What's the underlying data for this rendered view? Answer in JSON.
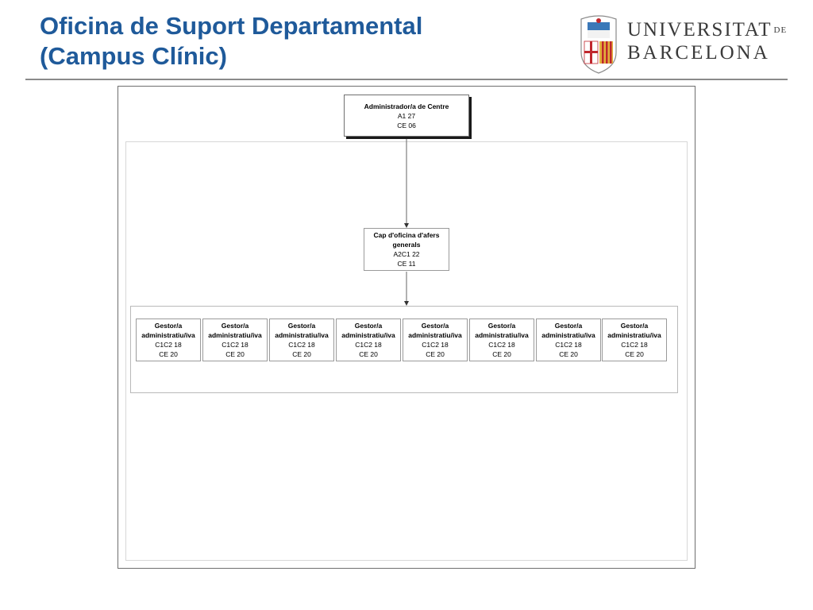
{
  "header": {
    "title_line1": "Oficina de Suport Departamental",
    "title_line2": "(Campus Clínic)"
  },
  "logo": {
    "line1": "UNIVERSITAT",
    "line1_suffix": "DE",
    "line2": "BARCELONA",
    "crest_icon": "university-crest-icon"
  },
  "colors": {
    "title": "#1f5a9a",
    "crest_red": "#c0272d",
    "crest_gold": "#e2b13c",
    "crest_blue": "#3b78b8"
  },
  "org_chart": {
    "root": {
      "title": "Administrador/a de Centre",
      "line2": "A1 27",
      "line3": "CE 06"
    },
    "cap": {
      "title": "Cap d'oficina d'afers generals",
      "line2": "A2C1 22",
      "line3": "CE 11"
    },
    "gestors": [
      {
        "title1": "Gestor/a",
        "title2": "administratiu/iva",
        "line2": "C1C2 18",
        "line3": "CE 20"
      },
      {
        "title1": "Gestor/a",
        "title2": "administratiu/iva",
        "line2": "C1C2 18",
        "line3": "CE 20"
      },
      {
        "title1": "Gestor/a",
        "title2": "administratiu/iva",
        "line2": "C1C2 18",
        "line3": "CE 20"
      },
      {
        "title1": "Gestor/a",
        "title2": "administratiu/iva",
        "line2": "C1C2 18",
        "line3": "CE 20"
      },
      {
        "title1": "Gestor/a",
        "title2": "administratiu/iva",
        "line2": "C1C2 18",
        "line3": "CE 20"
      },
      {
        "title1": "Gestor/a",
        "title2": "administratiu/iva",
        "line2": "C1C2 18",
        "line3": "CE 20"
      },
      {
        "title1": "Gestor/a",
        "title2": "administratiu/iva",
        "line2": "C1C2 18",
        "line3": "CE 20"
      },
      {
        "title1": "Gestor/a",
        "title2": "administratiu/iva",
        "line2": "C1C2 18",
        "line3": "CE 20"
      }
    ]
  }
}
